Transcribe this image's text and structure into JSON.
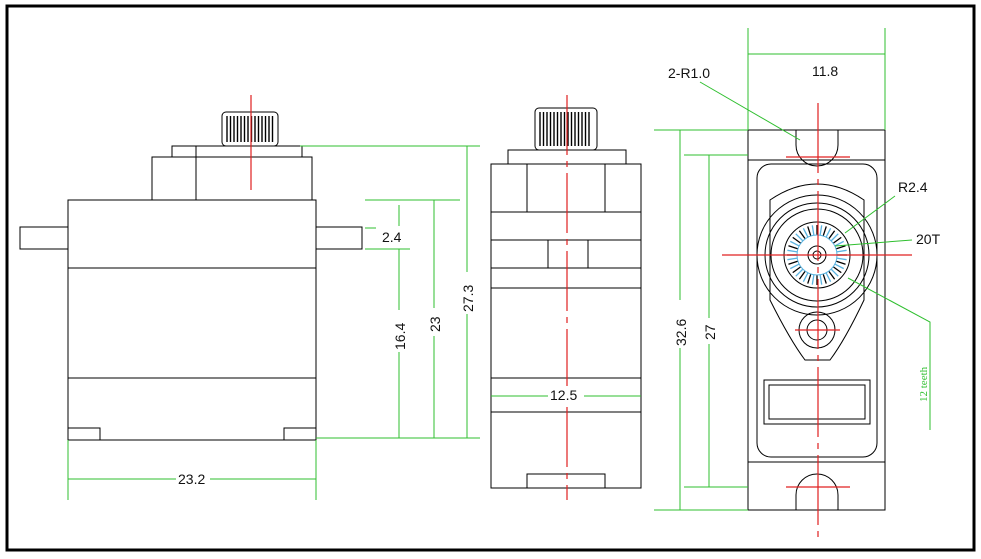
{
  "colors": {
    "outline": "#000000",
    "dimension": "#2fbf2f",
    "centerline": "#e02020",
    "gear": "#5bb3e0",
    "frame": "#000000"
  },
  "labels": {
    "width_front": "23.2",
    "tab_thickness": "2.4",
    "height_to_tab": "16.4",
    "height_body": "23",
    "height_total": "27.3",
    "width_side": "12.5",
    "hole_radius": "2-R1.0",
    "hole_spacing_width": "11.8",
    "shaft_radius": "R2.4",
    "spline_count": "20T",
    "height_top_total": "32.6",
    "hole_spacing_height": "27",
    "teeth_note": "12 teeth"
  }
}
